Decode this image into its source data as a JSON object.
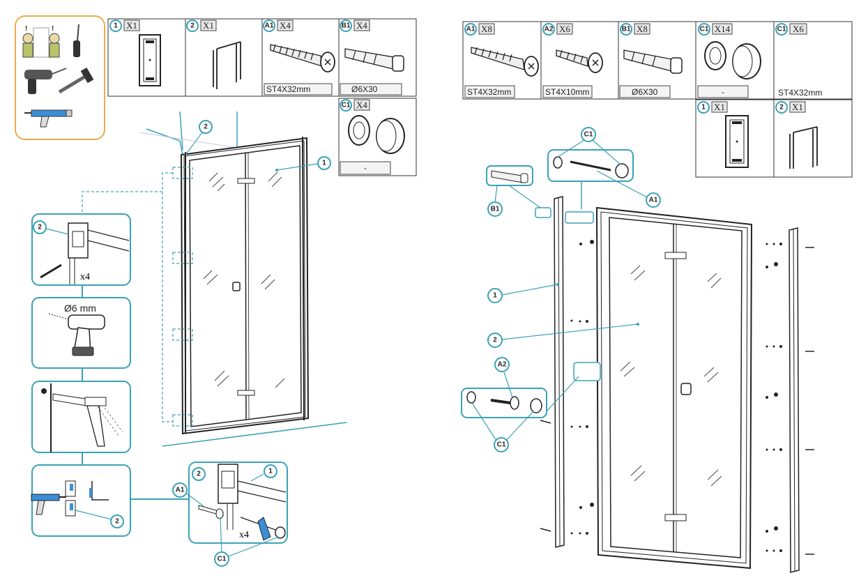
{
  "left_table": {
    "cells": [
      {
        "id": "1",
        "qty": "X1"
      },
      {
        "id": "2",
        "qty": "X1"
      },
      {
        "id": "A1",
        "qty": "X4",
        "caption": "ST4X32mm"
      },
      {
        "id": "B1",
        "qty": "X4",
        "caption": "Ø6X30"
      },
      {
        "id": "C1",
        "qty": "X4",
        "caption": "-"
      }
    ]
  },
  "right_table": {
    "cells": [
      {
        "id": "A1",
        "qty": "X8",
        "caption": "ST4X32mm"
      },
      {
        "id": "A2",
        "qty": "X6",
        "caption": "ST4X10mm"
      },
      {
        "id": "B1",
        "qty": "X8",
        "caption": "Ø6X30"
      },
      {
        "id": "C1",
        "qty": "X14",
        "caption": "-"
      },
      {
        "id": "C1",
        "qty": "X6",
        "caption": "ST4X32mm"
      },
      {
        "id": "1",
        "qty": "X1"
      },
      {
        "id": "2",
        "qty": "X1"
      }
    ]
  },
  "steps": {
    "step1_qty": "x4",
    "step2_drill": "Ø6 mm",
    "step5_qty": "x4"
  },
  "callouts": {
    "left_door_panel": "1",
    "left_profile": "2",
    "step1_profile": "2",
    "step4_profile": "2",
    "step5_panel": "1",
    "step5_profile": "2",
    "step5_screw": "A1",
    "step5_cap": "C1",
    "right_cap_top": "C1",
    "right_screw_top": "A1",
    "right_plug": "B1",
    "right_profile": "1",
    "right_door": "2",
    "right_screw_small": "A2",
    "right_cap_bottom": "C1"
  },
  "colors": {
    "accent": "#3aa2b6",
    "tools_border": "#f0a94a",
    "sealant_blue": "#3b8fd6"
  }
}
